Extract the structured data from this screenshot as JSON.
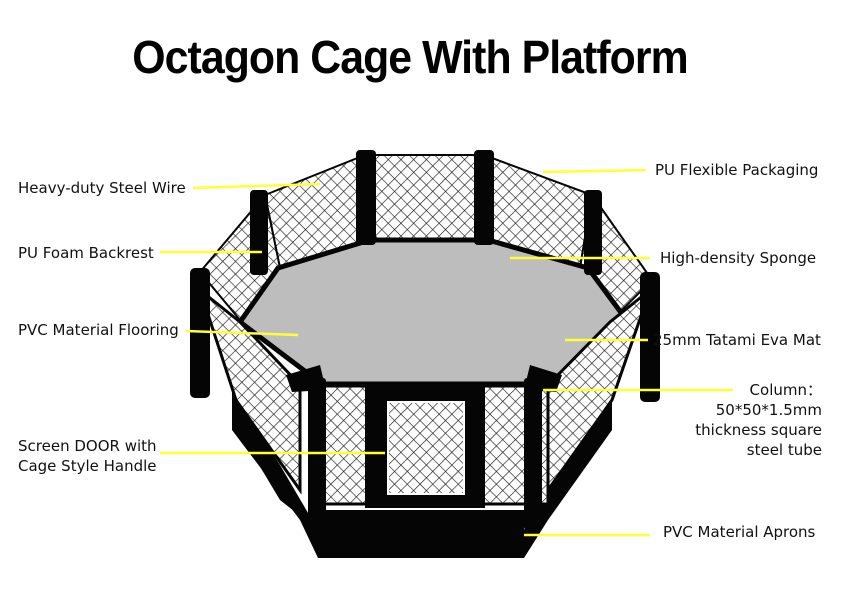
{
  "title": "Octagon Cage With Platform",
  "colors": {
    "leader": "#ffff33",
    "floor": "#bdbdbd",
    "frame": "#050505",
    "mesh": "#ffffff"
  },
  "labels": {
    "steel_wire": "Heavy-duty Steel Wire",
    "foam_backrest": "PU Foam Backrest",
    "pvc_flooring": "PVC Material Flooring",
    "screen_door_1": "Screen DOOR with",
    "screen_door_2": "Cage Style Handle",
    "pu_packaging": "PU Flexible Packaging",
    "sponge": "High-density Sponge",
    "tatami": "25mm Tatami Eva Mat",
    "column_1": "Column：",
    "column_2": "50*50*1.5mm",
    "column_3": "thickness square",
    "column_4": "steel tube",
    "aprons": "PVC Material Aprons"
  }
}
